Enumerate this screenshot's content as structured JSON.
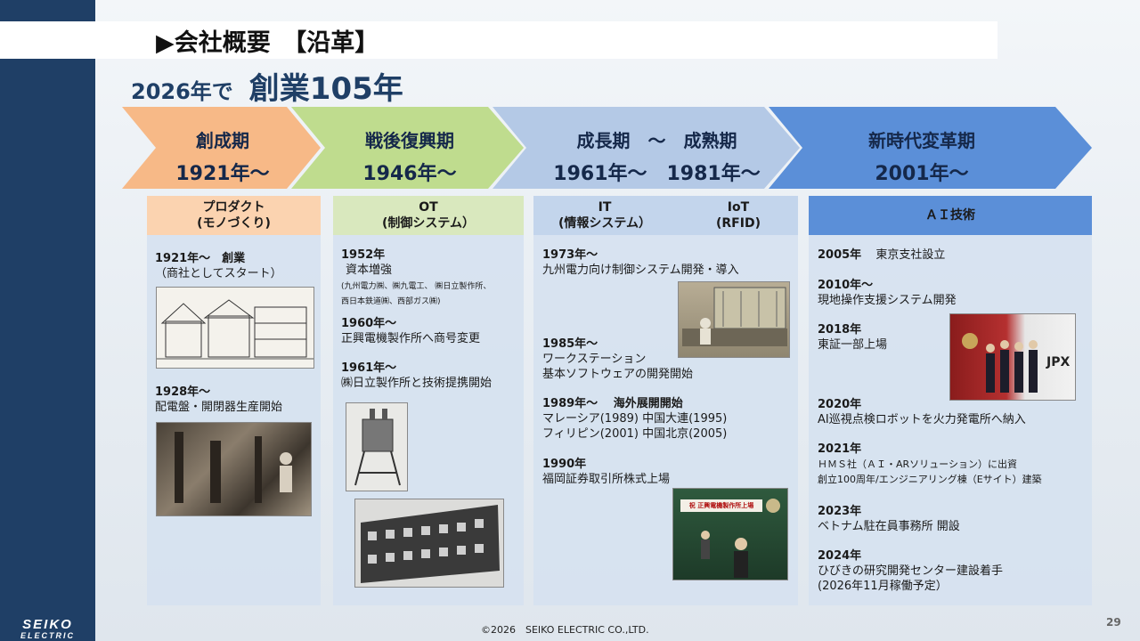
{
  "header": {
    "title": "▶会社概要　【沿革】",
    "subtitle_small": "2026年で",
    "subtitle_big": "創業105年"
  },
  "arrows": [
    {
      "name": "創成期",
      "year": "1921年～",
      "color": "#f7b987"
    },
    {
      "name": "戦後復興期",
      "year": "1946年～",
      "color": "#bfdc8e"
    },
    {
      "name": "成長期　～　成熟期",
      "year": "1961年～　1981年～",
      "color": "#b4c9e6"
    },
    {
      "name": "新時代変革期",
      "year": "2001年～",
      "color": "#5b8fd8"
    }
  ],
  "columns": {
    "product": {
      "head1": "プロダクト",
      "head2": "(モノづくり)",
      "head_color": "#fbd3b0",
      "e1_title": "1921年～　創業",
      "e1_line": "（商社としてスタート）",
      "e2_title": "1928年～",
      "e2_line": "配電盤・開閉器生産開始"
    },
    "ot": {
      "head1": "OT",
      "head2": "(制御システム）",
      "head_color": "#d9e8be",
      "e1_title": "1952年",
      "e1_line": "資本増強",
      "e1_tiny1": "(九州電力㈱、㈱九電工、 ㈱日立製作所、",
      "e1_tiny2": "西日本鉄道㈱、西部ガス㈱)",
      "e2_title": "1960年～",
      "e2_line": "正興電機製作所へ商号変更",
      "e3_title": "1961年～",
      "e3_line": "㈱日立製作所と技術提携開始"
    },
    "it": {
      "head_it1": "IT",
      "head_it2": "(情報システム）",
      "head_iot1": "IoT",
      "head_iot2": "(RFID)",
      "head_color": "#c3d5ec",
      "e1_title": "1973年～",
      "e1_line": "九州電力向け制御システム開発・導入",
      "e2_title": "1985年～",
      "e2_line1": "ワークステーション",
      "e2_line2": "基本ソフトウェアの開発開始",
      "e3_title": "1989年～　 海外展開開始",
      "e3_line1": "マレーシア(1989) 中国大連(1995)",
      "e3_line2": "フィリピン(2001) 中国北京(2005)",
      "e4_title": "1990年",
      "e4_line": "福岡証券取引所株式上場",
      "sign_text": "祝 正興電機製作所上場"
    },
    "ai": {
      "head": "ＡＩ技術",
      "head_color": "#5b8fd8",
      "e1_title": "2005年",
      "e1_line": "東京支社設立",
      "e2_title": "2010年～",
      "e2_line": "現地操作支援システム開発",
      "e3_title": "2018年",
      "e3_line": "東証一部上場",
      "e4_title": "2020年",
      "e4_line": "AI巡視点検ロボットを火力発電所へ納入",
      "e5_title": "2021年",
      "e5_line1": "ＨＭＳ社（ＡＩ・ARソリューション）に出資",
      "e5_line2": "創立100周年/エンジニアリング棟（Eサイト）建築",
      "e6_title": "2023年",
      "e6_line": "ベトナム駐在員事務所 開設",
      "e7_title": "2024年",
      "e7_line1": "ひびきの研究開発センター建設着手",
      "e7_line2": "(2026年11月稼働予定）",
      "jpx_text": "JPX"
    }
  },
  "logo": {
    "line1": "SEIKO",
    "line2": "ELECTRIC"
  },
  "footer": {
    "copyright": "©2026　SEIKO ELECTRIC CO.,LTD."
  },
  "page_number": "29"
}
